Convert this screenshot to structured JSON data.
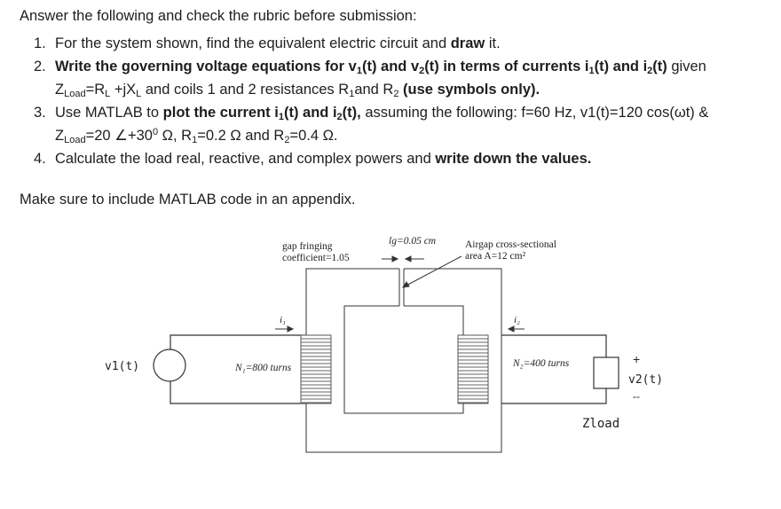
{
  "intro": "Answer the following and check the rubric before submission:",
  "tasks": [
    {
      "num": "1.",
      "a": "For the system shown, find the equivalent electric circuit and ",
      "b": "draw",
      "c": " it."
    },
    {
      "num": "2.",
      "b1": "Write the governing voltage equations for v",
      "s1": "1",
      "b2": "(t) and v",
      "s2": "2",
      "b3": "(t) in terms of currents i",
      "s3": "1",
      "b4": "(t) and i",
      "s4": "2",
      "b5": "(t)",
      "n1": " given",
      "z": "Z",
      "zsub": "Load",
      "n2": "=R",
      "rsub": "L",
      "n3": " +jX",
      "xsub": "L",
      "n4": " and coils 1 and 2 resistances R",
      "r1": "1",
      "n5": "and R",
      "r2": "2",
      "b6": " (use symbols only)."
    },
    {
      "num": "3.",
      "a": "Use MATLAB to ",
      "b1": "plot the current i",
      "s1": "1",
      "b2": "(t) and i",
      "s2": "2",
      "b3": "(t),",
      "c": " assuming the following: f=60 Hz, v1(t)=120 cos(ωt) &",
      "z": "Z",
      "zsub": "Load",
      "d": "=20 ∠+30",
      "sup": "0",
      "e": " Ω, R",
      "r1": "1",
      "f": "=0.2 Ω and R",
      "r2": "2",
      "g": "=0.4 Ω."
    },
    {
      "num": "4.",
      "a": "Calculate the load real, reactive, and complex powers and ",
      "b": "write down the values."
    }
  ],
  "note": "Make sure to include MATLAB code in an appendix.",
  "figure": {
    "gap_label_1": "gap fringing",
    "gap_label_2": "coefficient=1.05",
    "lg_label": "lg=0.05 cm",
    "airgap_label_1": "Airgap cross-sectional",
    "airgap_label_2": "area A=12 cm²",
    "i1": "i₁",
    "i2": "i₂",
    "n1": "N₁=800 turns",
    "n2": "N₂=400 turns",
    "v1": "v1(t)",
    "v2": "v2(t)",
    "plus": "+",
    "minus": "--",
    "zload": "Zload"
  }
}
